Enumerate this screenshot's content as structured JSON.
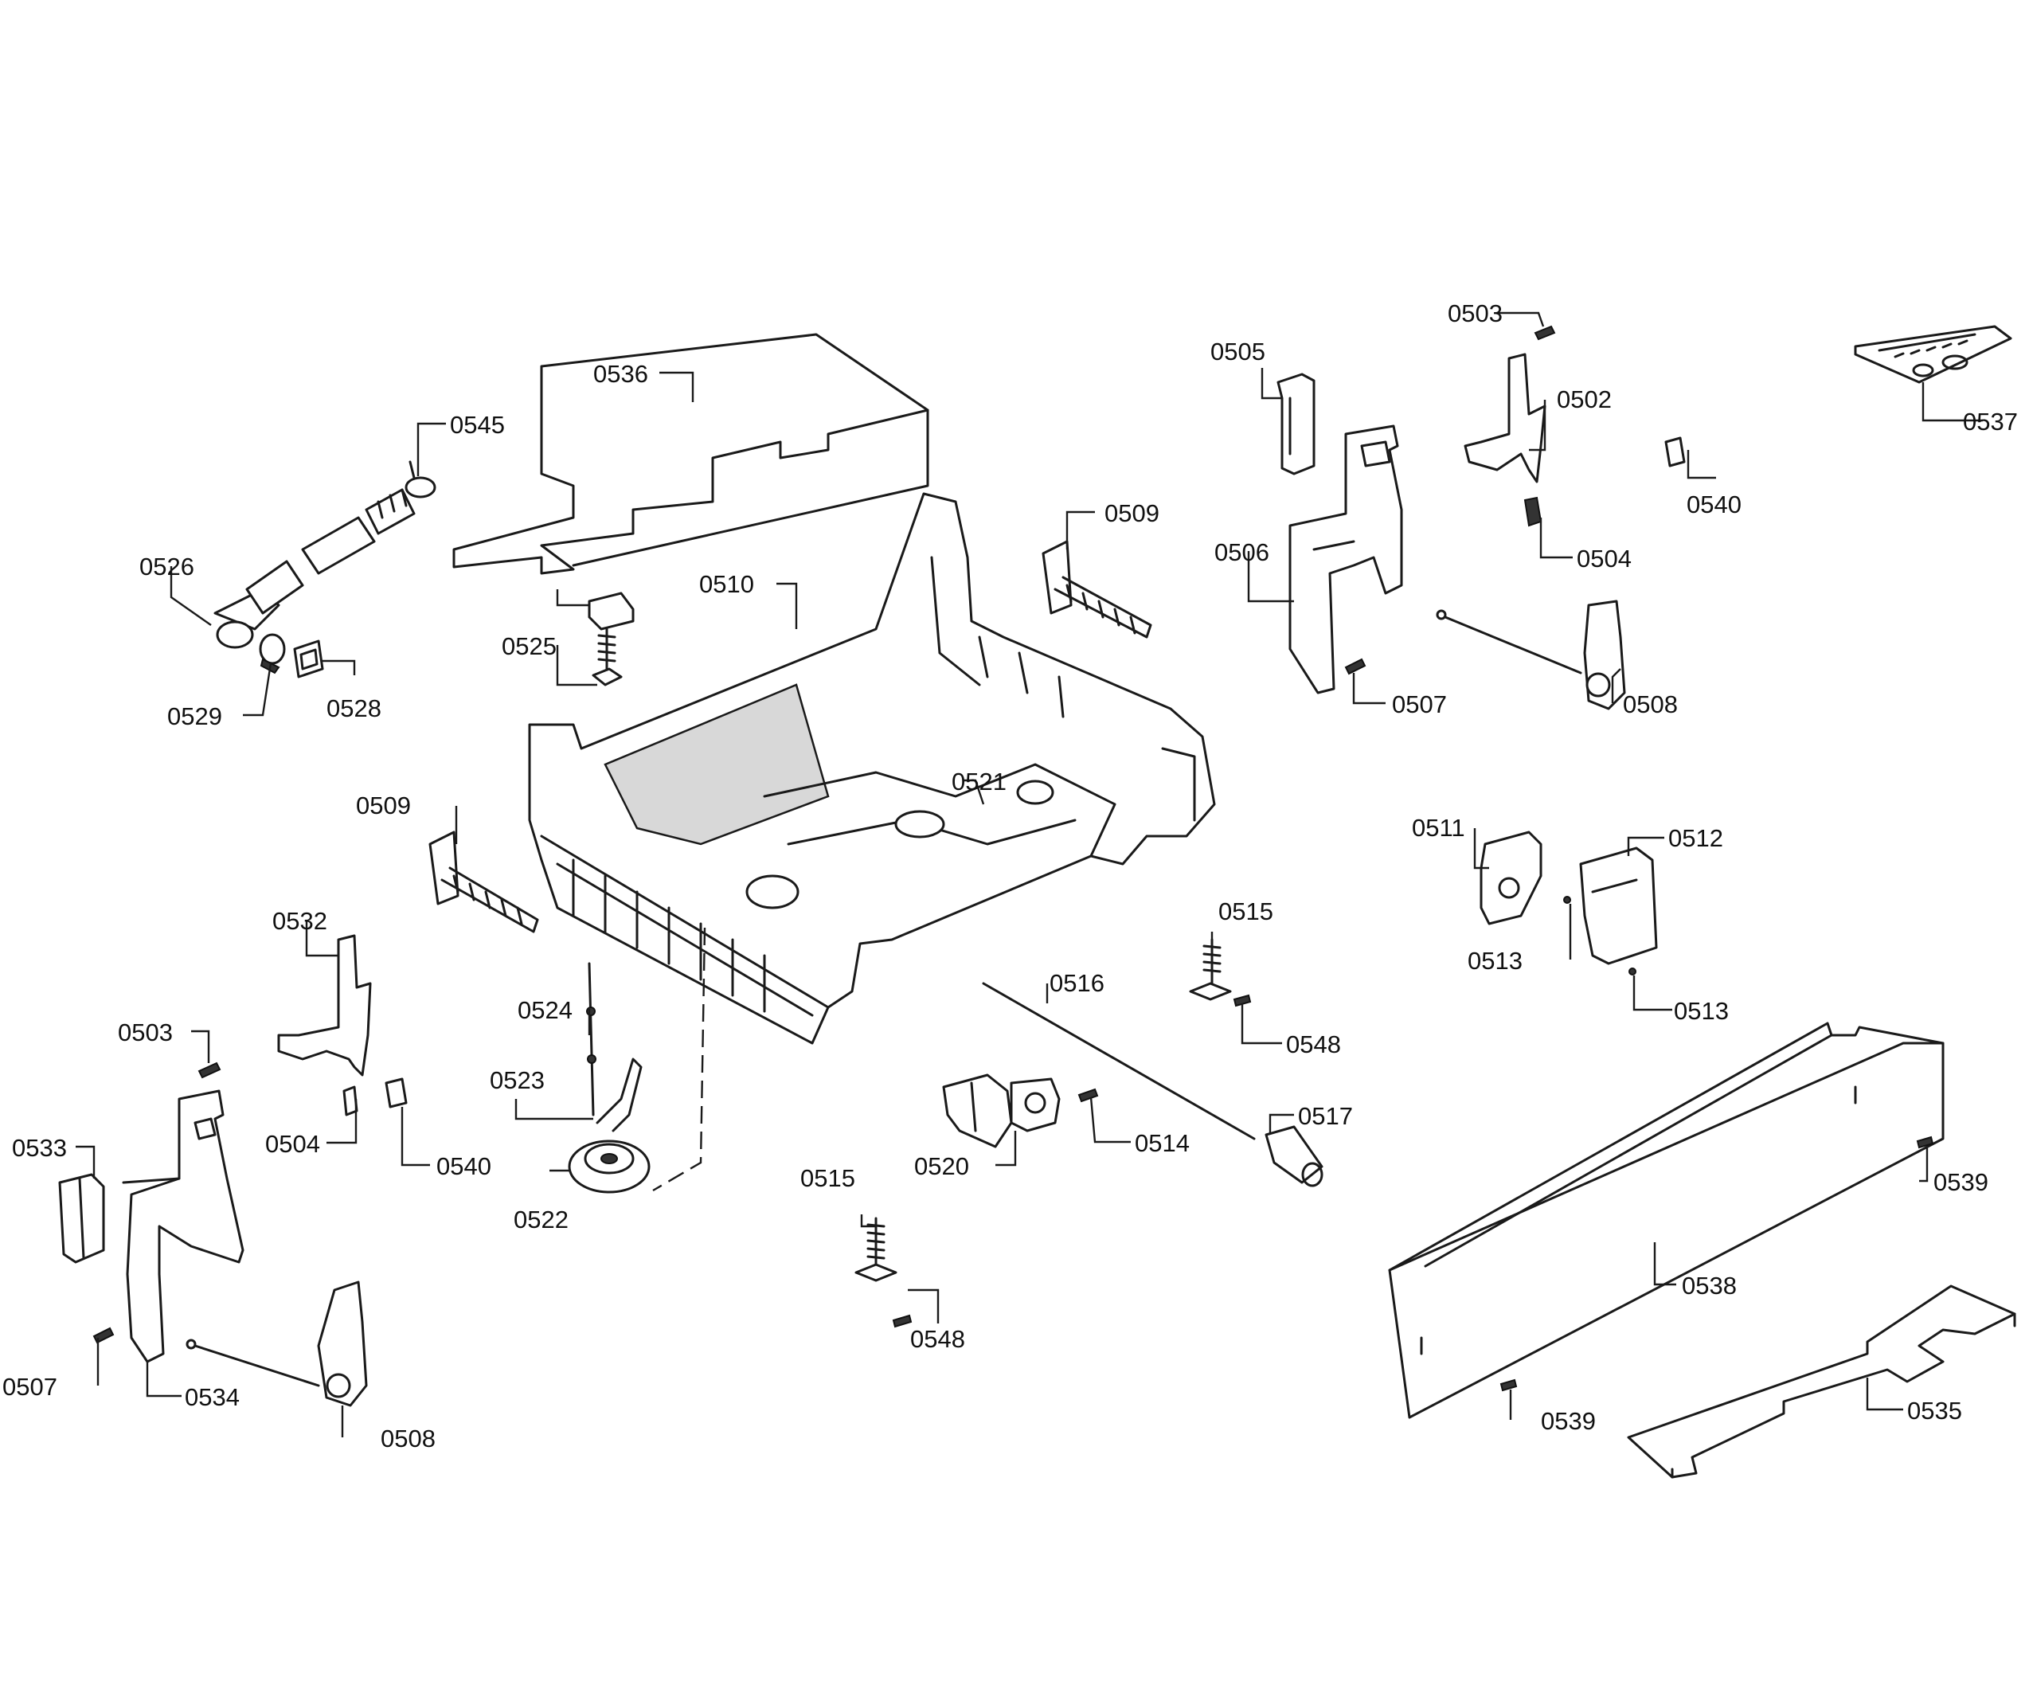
{
  "callouts": [
    {
      "id": "c0503a",
      "label": "0503"
    },
    {
      "id": "c0505",
      "label": "0505"
    },
    {
      "id": "c0502",
      "label": "0502"
    },
    {
      "id": "c0537",
      "label": "0537"
    },
    {
      "id": "c0536",
      "label": "0536"
    },
    {
      "id": "c0545",
      "label": "0545"
    },
    {
      "id": "c0540a",
      "label": "0540"
    },
    {
      "id": "c0509a",
      "label": "0509"
    },
    {
      "id": "c0506",
      "label": "0506"
    },
    {
      "id": "c0504a",
      "label": "0504"
    },
    {
      "id": "c0526",
      "label": "0526"
    },
    {
      "id": "c0510",
      "label": "0510"
    },
    {
      "id": "c0525",
      "label": "0525"
    },
    {
      "id": "c0529",
      "label": "0529"
    },
    {
      "id": "c0528",
      "label": "0528"
    },
    {
      "id": "c0507a",
      "label": "0507"
    },
    {
      "id": "c0508a",
      "label": "0508"
    },
    {
      "id": "c0521",
      "label": "0521"
    },
    {
      "id": "c0509b",
      "label": "0509"
    },
    {
      "id": "c0511",
      "label": "0511"
    },
    {
      "id": "c0512",
      "label": "0512"
    },
    {
      "id": "c0532",
      "label": "0532"
    },
    {
      "id": "c0515a",
      "label": "0515"
    },
    {
      "id": "c0513a",
      "label": "0513"
    },
    {
      "id": "c0516",
      "label": "0516"
    },
    {
      "id": "c0513b",
      "label": "0513"
    },
    {
      "id": "c0524",
      "label": "0524"
    },
    {
      "id": "c0503b",
      "label": "0503"
    },
    {
      "id": "c0548a",
      "label": "0548"
    },
    {
      "id": "c0523",
      "label": "0523"
    },
    {
      "id": "c0517",
      "label": "0517"
    },
    {
      "id": "c0533",
      "label": "0533"
    },
    {
      "id": "c0514",
      "label": "0514"
    },
    {
      "id": "c0504b",
      "label": "0504"
    },
    {
      "id": "c0540b",
      "label": "0540"
    },
    {
      "id": "c0520",
      "label": "0520"
    },
    {
      "id": "c0539a",
      "label": "0539"
    },
    {
      "id": "c0515b",
      "label": "0515"
    },
    {
      "id": "c0522",
      "label": "0522"
    },
    {
      "id": "c0538",
      "label": "0538"
    },
    {
      "id": "c0548b",
      "label": "0548"
    },
    {
      "id": "c0507b",
      "label": "0507"
    },
    {
      "id": "c0534",
      "label": "0534"
    },
    {
      "id": "c0508b",
      "label": "0508"
    },
    {
      "id": "c0539b",
      "label": "0539"
    },
    {
      "id": "c0535",
      "label": "0535"
    }
  ]
}
